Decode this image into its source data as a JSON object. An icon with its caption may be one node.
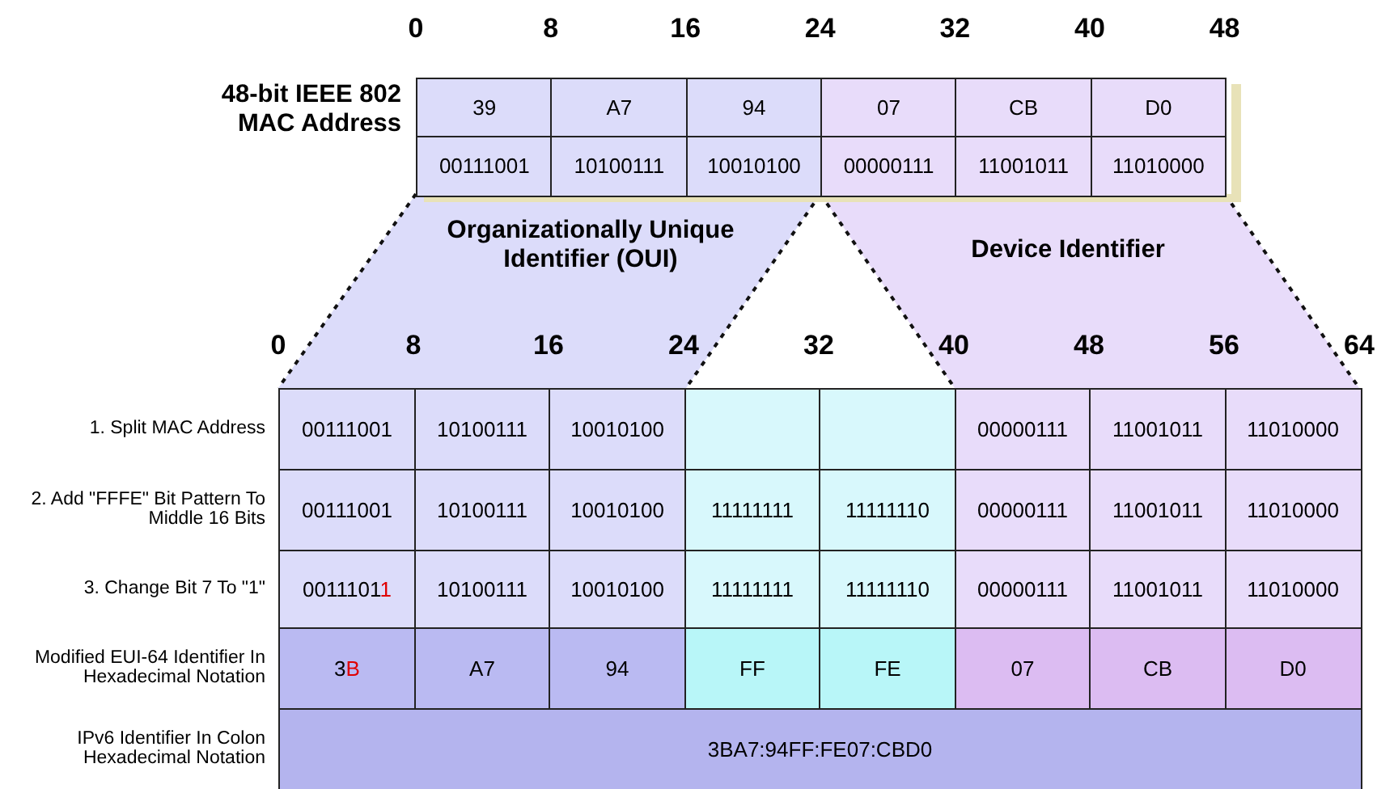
{
  "diagram": {
    "labels": [
      "0",
      "8",
      "16",
      "24",
      "32",
      "40",
      "48",
      "48-bit IEEE 802 MAC Address",
      "39",
      "A7",
      "94",
      "07",
      "CB",
      "D0",
      "00111001",
      "10100111",
      "10010100",
      "00000111",
      "11001011",
      "11010000",
      "Organizationally Unique Identifier (OUI)",
      "Device Identifier",
      "0",
      "8",
      "16",
      "24",
      "32",
      "40",
      "48",
      "56",
      "64",
      "1. Split MAC Address",
      "00111001",
      "10100111",
      "10010100",
      "00000111",
      "11001011",
      "11010000",
      "2. Add \"FFFE\" Bit Pattern To Middle 16 Bits",
      "00111001",
      "10100111",
      "10010100",
      "11111111",
      "11111110",
      "00000111",
      "11001011",
      "11010000",
      "3. Change Bit 7 To \"1\"",
      "0011101**1**",
      "10100111",
      "10010100",
      "11111111",
      "11111110",
      "00000111",
      "11001011",
      "11010000",
      "Modified EUI-64 Identifier In Hexadecimal Notation",
      "3**B**",
      "A7",
      "94",
      "FF",
      "FE",
      "07",
      "CB",
      "D0",
      "IPv6 Identifier In Colon Hexadecimal Notation",
      "3BA7:94FF:FE07:CBD0"
    ]
  }
}
